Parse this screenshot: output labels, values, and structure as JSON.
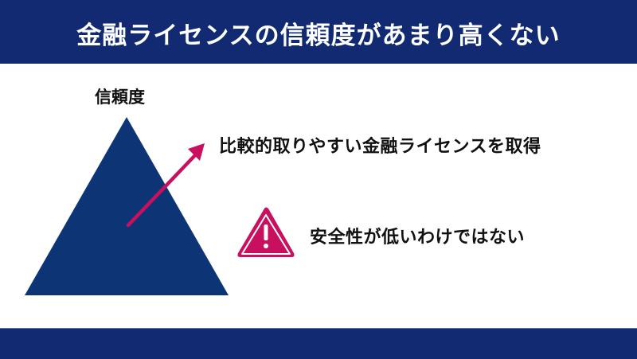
{
  "header": {
    "title": "金融ライセンスの信頼度があまり高くない"
  },
  "diagram": {
    "pyramid_label": "信頼度",
    "arrow_point": {
      "label": "比較的取りやすい金融ライセンスを取得",
      "icon": "arrow-up-right-icon"
    },
    "warning_point": {
      "label": "安全性が低いわけではない",
      "icon": "warning-triangle-icon"
    }
  },
  "colors": {
    "header_bg": "#112a72",
    "footer_bg": "#112a72",
    "pyramid": "#0d3576",
    "accent": "#c8105f",
    "text": "#111111"
  }
}
